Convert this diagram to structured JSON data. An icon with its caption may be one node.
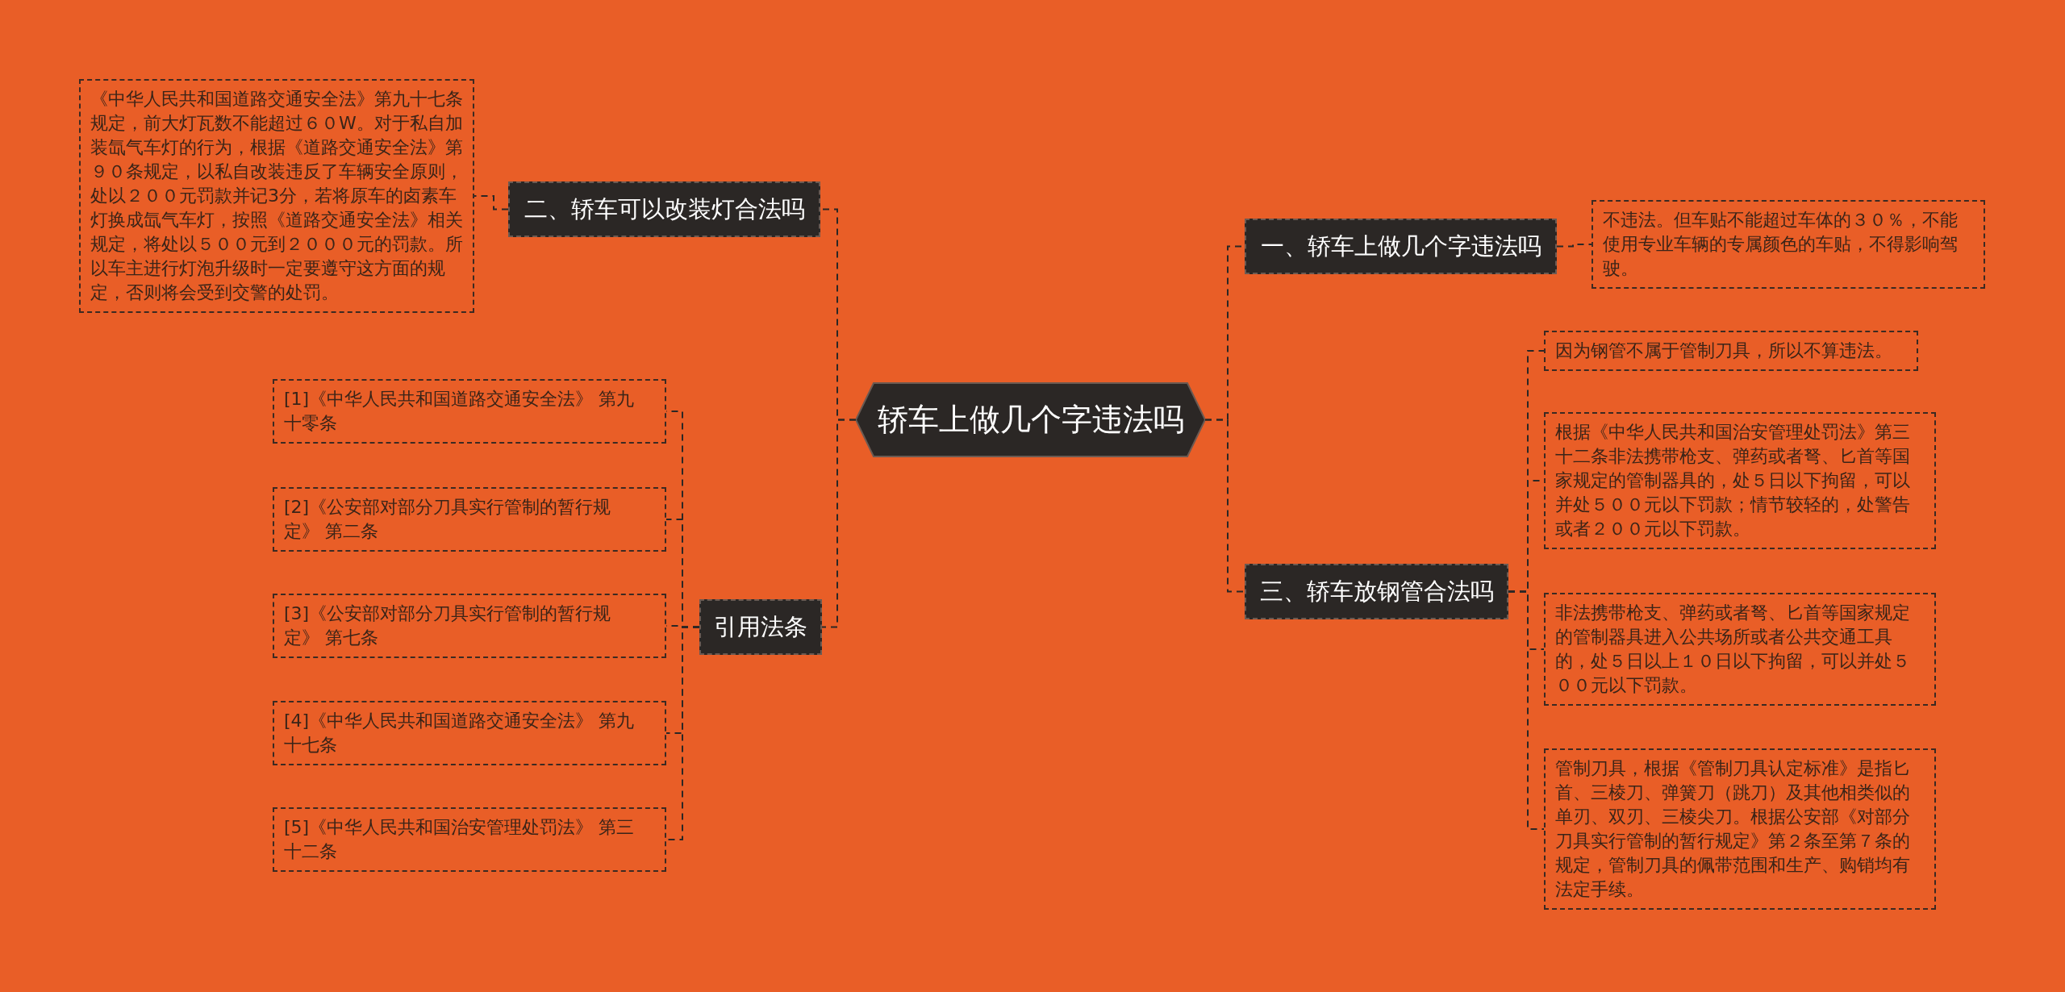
{
  "diagram": {
    "nodes": [
      {
        "text": [
          "轿车上做几个字违法吗"
        ]
      },
      {
        "text": [
          "一、轿车上做几个字违法吗"
        ]
      },
      {
        "text": [
          "不违法。但车贴不能超过车体的３０％，不能使用专业车辆的专属颜色的车贴，不得影响驾驶。"
        ]
      },
      {
        "text": [
          "三、轿车放钢管合法吗"
        ]
      },
      {
        "text": [
          "因为钢管不属于管制刀具，所以不算违法。"
        ]
      },
      {
        "text": [
          "根据《中华人民共和国治安管理处罚法》第三十二条非法携带枪支、弹药或者弩、匕首等国家规定的管制器具的，处５日以下拘留，可以并处５００元以下罚款；情节较轻的，处警告或者２００元以下罚款。"
        ]
      },
      {
        "text": [
          "非法携带枪支、弹药或者弩、匕首等国家规定的管制器具进入公共场所或者公共交通工具的，处５日以上１０日以下拘留，可以并处５００元以下罚款。"
        ]
      },
      {
        "text": [
          "管制刀具，根据《管制刀具认定标准》是指匕首、三棱刀、弹簧刀（跳刀）及其他相类似的单刃、双刃、三棱尖刀。根据公安部《对部分刀具实行管制的暂行规定》第２条至第７条的规定，管制刀具的佩带范围和生产、购销均有法定手续。"
        ]
      },
      {
        "text": [
          "二、轿车可以改装灯合法吗"
        ]
      },
      {
        "text": [
          "《中华人民共和国道路交通安全法》第九十七条规定，前大灯瓦数不能超过６０W。对于私自加装氙气车灯的行为，根据《道路交通安全法》第９０条规定，以私自改装违反了车辆安全原则，处以２００元罚款并记3分，若将原车的卤素车灯换成氙气车灯，按照《道路交通安全法》相关规定，将处以５００元到２０００元的罚款。所以车主进行灯泡升级时一定要遵守这方面的规定，否则将会受到交警的处罚。"
        ]
      },
      {
        "text": [
          "引用法条"
        ]
      },
      {
        "text": [
          "[1]《中华人民共和国道路交通安全法》 第九十零条"
        ]
      },
      {
        "text": [
          "[2]《公安部对部分刀具实行管制的暂行规定》 第二条"
        ]
      },
      {
        "text": [
          "[3]《公安部对部分刀具实行管制的暂行规定》 第七条"
        ]
      },
      {
        "text": [
          "[4]《中华人民共和国道路交通安全法》 第九十七条"
        ]
      },
      {
        "text": [
          "[5]《中华人民共和国治安管理处罚法》 第三十二条"
        ]
      }
    ],
    "edges": [
      {
        "from": 0,
        "to": 1,
        "arrow": "none"
      },
      {
        "from": 1,
        "to": 2,
        "arrow": "none"
      },
      {
        "from": 0,
        "to": 3,
        "arrow": "none"
      },
      {
        "from": 3,
        "to": 4,
        "arrow": "none"
      },
      {
        "from": 3,
        "to": 5,
        "arrow": "none"
      },
      {
        "from": 3,
        "to": 6,
        "arrow": "none"
      },
      {
        "from": 3,
        "to": 7,
        "arrow": "none"
      },
      {
        "from": 0,
        "to": 8,
        "arrow": "none"
      },
      {
        "from": 8,
        "to": 9,
        "arrow": "none"
      },
      {
        "from": 0,
        "to": 10,
        "arrow": "none"
      },
      {
        "from": 10,
        "to": 11,
        "arrow": "none"
      },
      {
        "from": 10,
        "to": 12,
        "arrow": "none"
      },
      {
        "from": 10,
        "to": 13,
        "arrow": "none"
      },
      {
        "from": 10,
        "to": 14,
        "arrow": "none"
      },
      {
        "from": 10,
        "to": 15,
        "arrow": "none"
      }
    ]
  }
}
